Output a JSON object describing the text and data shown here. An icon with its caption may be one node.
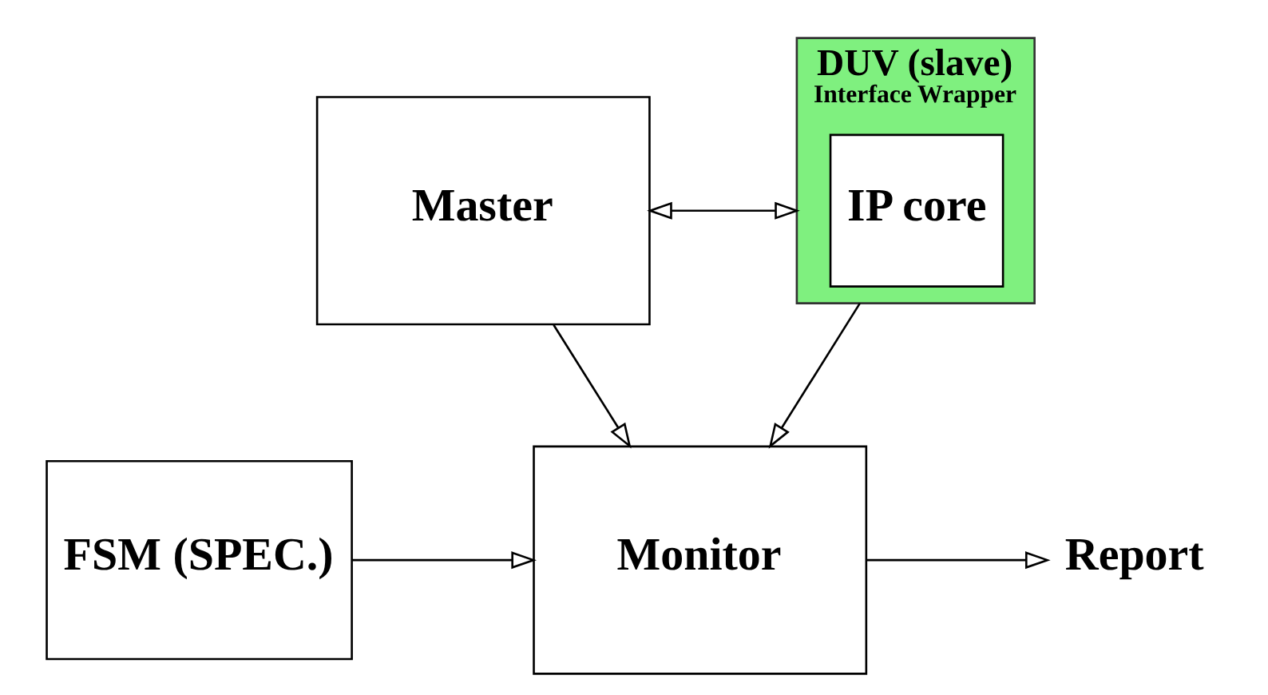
{
  "diagram": {
    "nodes": [
      {
        "text": [
          "Master"
        ]
      },
      {
        "text": [
          "DUV (slave)",
          "Interface Wrapper"
        ]
      },
      {
        "text": [
          "IP core"
        ],
        "in": 1
      },
      {
        "text": [
          "FSM (SPEC.)"
        ]
      },
      {
        "text": [
          "Monitor"
        ]
      },
      {
        "text": [
          "Report"
        ]
      }
    ],
    "edges": [
      {
        "from": 0,
        "to": 1,
        "arrow": "both"
      },
      {
        "from": 0,
        "to": 4,
        "arrow": "to"
      },
      {
        "from": 1,
        "to": 4,
        "arrow": "to"
      },
      {
        "from": 3,
        "to": 4,
        "arrow": "to"
      },
      {
        "from": 4,
        "to": 5,
        "arrow": "to"
      }
    ]
  }
}
